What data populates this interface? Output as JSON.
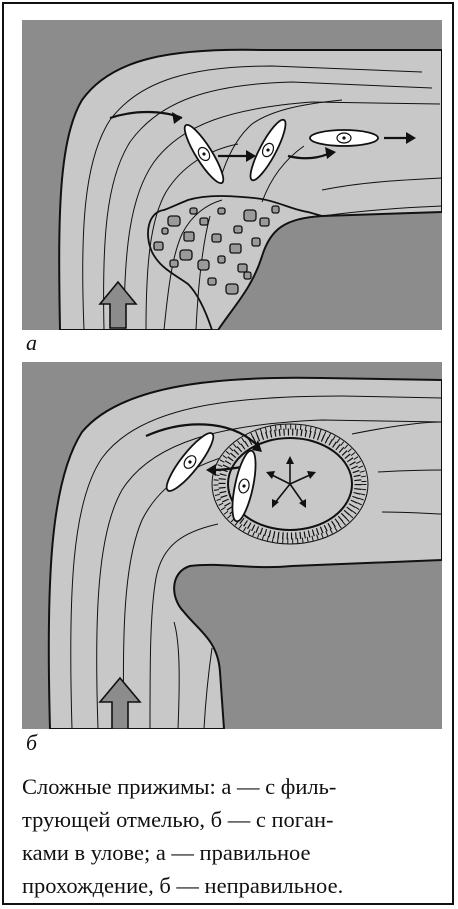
{
  "panels": [
    {
      "label": "а"
    },
    {
      "label": "б"
    }
  ],
  "caption": {
    "line1": "Сложные прижимы: а — с филь-",
    "line2": "трующей отмелью, б — с поган-",
    "line3": "ками в улове; а — правильное",
    "line4": "прохождение, б — неправильное."
  },
  "colors": {
    "bank": "#8c8c8c",
    "water": "#c8c8c8",
    "rock": "#9a9a9a",
    "ink": "#111111",
    "boat": "#ffffff"
  }
}
